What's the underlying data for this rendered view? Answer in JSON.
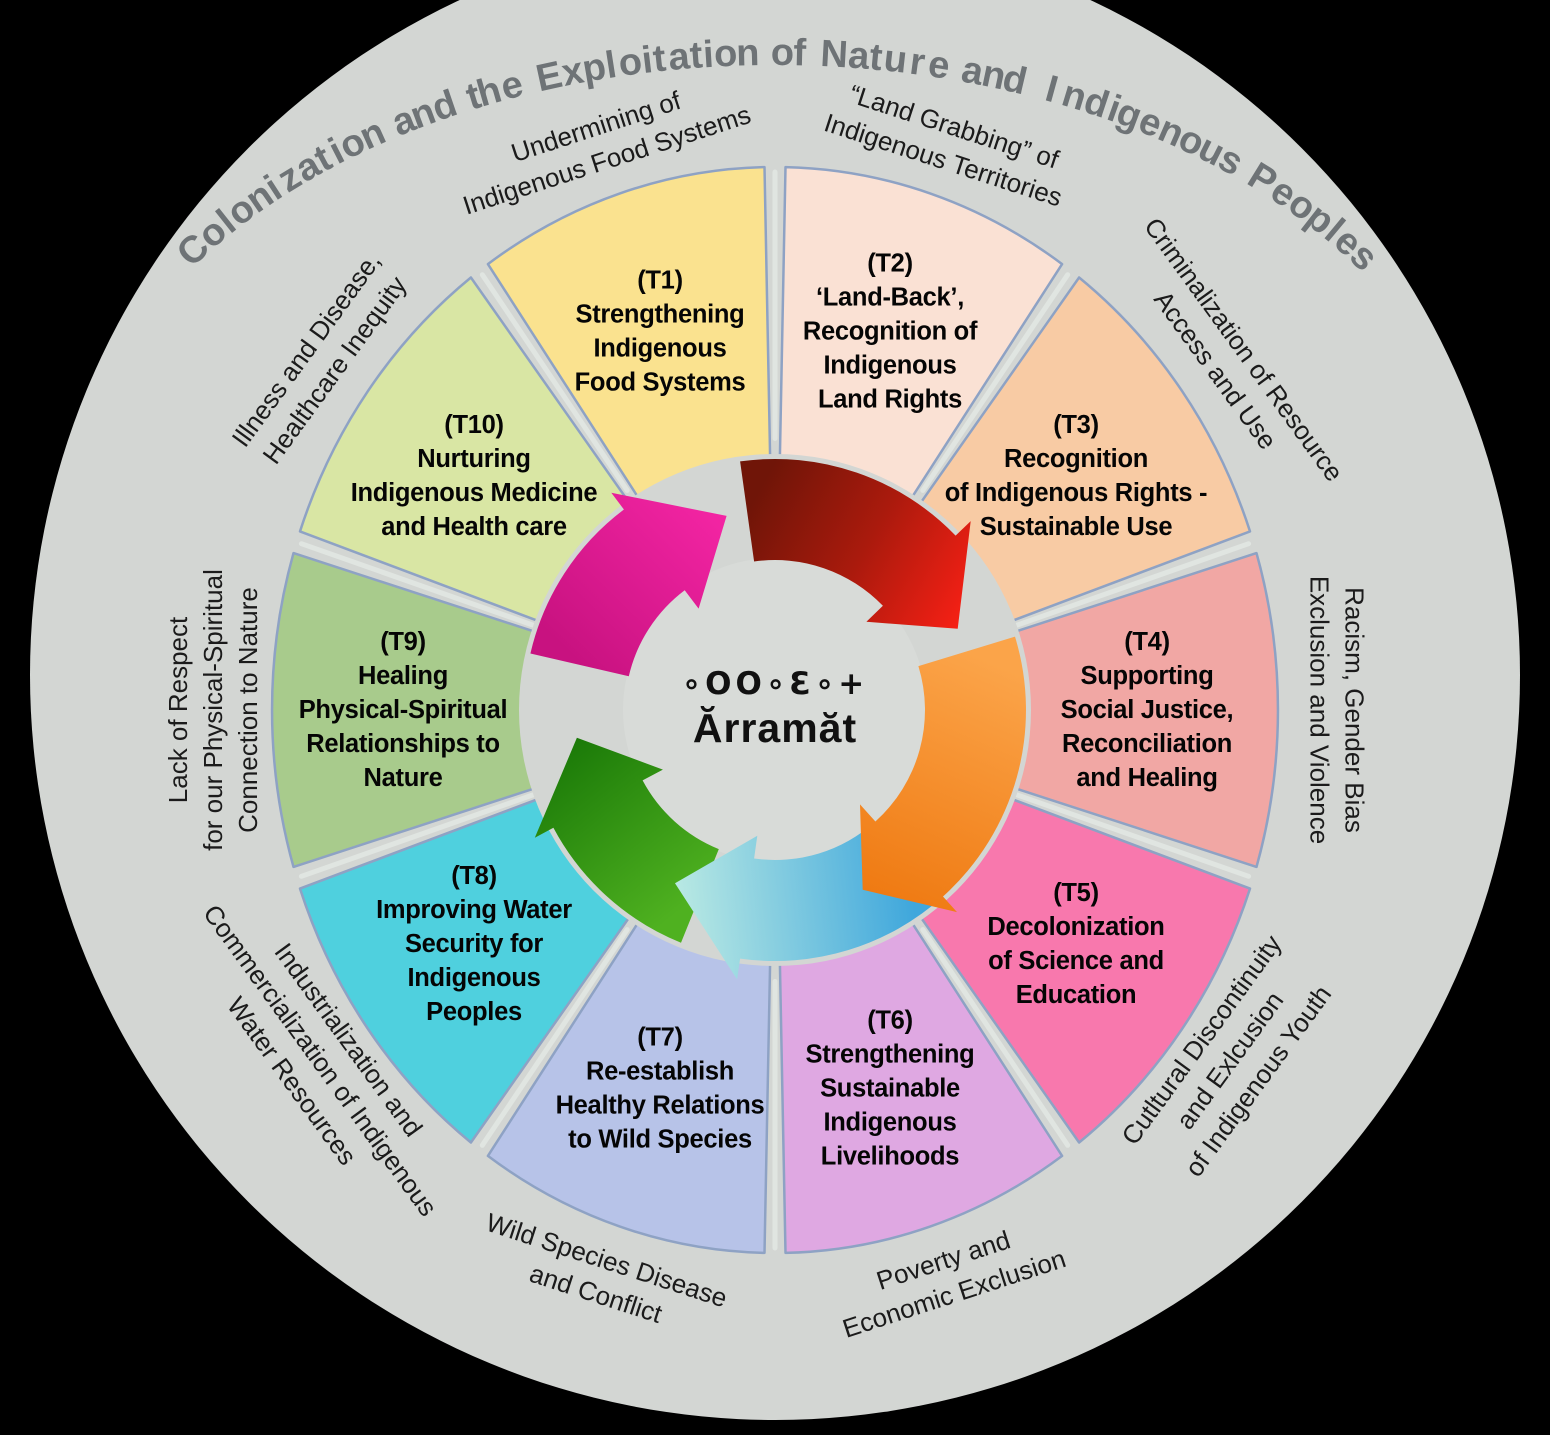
{
  "figure_title": "Colonization and the Exploitation of Nature and Indigenous Peoples",
  "center": {
    "syllabics": "∘OO∘Ɛ∘+",
    "name": "Ărramăt"
  },
  "colors": {
    "background": "#000000",
    "ring": "#D3D6D3",
    "inner_disc": "#D8DBD8",
    "sector_border": "#8EA2C4",
    "spoke_highlight": "#E0E5E1",
    "title_text": "#6E7376",
    "outer_label_text": "#1B1B1B",
    "sector_label_text": "#050505",
    "center_text": "#111111"
  },
  "themes": [
    {
      "id": "T1",
      "code": "(T1)",
      "label_lines": [
        "Strengthening",
        "Indigenous",
        "Food Systems"
      ],
      "color": "#FAE28F",
      "mid_angle": -108,
      "challenge_lines": [
        "Undermining of",
        "Indigenous Food Systems"
      ]
    },
    {
      "id": "T2",
      "code": "(T2)",
      "label_lines": [
        "‘Land-Back’,",
        "Recognition of",
        "Indigenous",
        "Land Rights"
      ],
      "color": "#FAE1D4",
      "mid_angle": -72,
      "challenge_lines": [
        "“Land Grabbing” of",
        "Indigenous Territories"
      ]
    },
    {
      "id": "T3",
      "code": "(T3)",
      "label_lines": [
        "Recognition",
        "of Indigenous Rights -",
        "Sustainable Use"
      ],
      "color": "#F8CBA4",
      "mid_angle": -36,
      "challenge_lines": [
        "Criminalization of Resource",
        "Access and Use"
      ]
    },
    {
      "id": "T4",
      "code": "(T4)",
      "label_lines": [
        "Supporting",
        "Social Justice,",
        "Reconciliation",
        "and Healing"
      ],
      "color": "#F1A7A4",
      "mid_angle": 0,
      "challenge_lines": [
        "Racism, Gender Bias",
        "Exclusion and Violence"
      ]
    },
    {
      "id": "T5",
      "code": "(T5)",
      "label_lines": [
        "Decolonization",
        "of Science and",
        "Education"
      ],
      "color": "#F878AD",
      "mid_angle": 36,
      "challenge_lines": [
        "Cutltural Discontinuity",
        "and Exlcusion",
        "of Indigenous Youth"
      ]
    },
    {
      "id": "T6",
      "code": "(T6)",
      "label_lines": [
        "Strengthening",
        "Sustainable",
        "Indigenous",
        "Livelihoods"
      ],
      "color": "#DFA8E2",
      "mid_angle": 72,
      "challenge_lines": [
        "Poverty and",
        "Economic Exclusion"
      ]
    },
    {
      "id": "T7",
      "code": "(T7)",
      "label_lines": [
        "Re-establish",
        "Healthy Relations",
        "to Wild Species"
      ],
      "color": "#B7C3E8",
      "mid_angle": 108,
      "challenge_lines": [
        "Wild Species Disease",
        "and Conflict"
      ]
    },
    {
      "id": "T8",
      "code": "(T8)",
      "label_lines": [
        "Improving Water",
        "Security for",
        "Indigenous",
        "Peoples"
      ],
      "color": "#4FD0DE",
      "mid_angle": 144,
      "challenge_lines": [
        "Industrialization and",
        "Commercialization of Indigenous",
        "Water Resources"
      ]
    },
    {
      "id": "T9",
      "code": "(T9)",
      "label_lines": [
        "Healing",
        "Physical-Spiritual",
        "Relationships to",
        "Nature"
      ],
      "color": "#A8CB8C",
      "mid_angle": 180,
      "challenge_lines": [
        "Lack of Respect",
        "for our Physical-Spiritual",
        "Connection to Nature"
      ]
    },
    {
      "id": "T10",
      "code": "(T10)",
      "label_lines": [
        "Nurturing",
        "Indigenous Medicine",
        "and  Health care"
      ],
      "color": "#D9E6A4",
      "mid_angle": -144,
      "challenge_lines": [
        "Illness and Disease,",
        "Healthcare Inequity"
      ]
    }
  ],
  "cycle_arrows": [
    {
      "name": "green",
      "tail": 112,
      "body_end": 152,
      "tip": 172,
      "stops": [
        "#4FB120",
        "#1B7A08"
      ]
    },
    {
      "name": "blue",
      "tail": 48,
      "body_end": 98,
      "tip": 120,
      "stops": [
        "#3FA7DC",
        "#B9E9E3"
      ]
    },
    {
      "name": "orange",
      "tail": 343,
      "body_end": 408,
      "tip": 424,
      "stops": [
        "#FBA449",
        "#EF7A12"
      ]
    },
    {
      "name": "red",
      "tail": 262,
      "body_end": 316,
      "tip": 336,
      "stops": [
        "#701508",
        "#AA1A0D",
        "#F62015"
      ]
    },
    {
      "name": "magenta",
      "tail": 193,
      "body_end": 233,
      "tip": 256,
      "stops": [
        "#C81280",
        "#F425A4"
      ]
    }
  ]
}
